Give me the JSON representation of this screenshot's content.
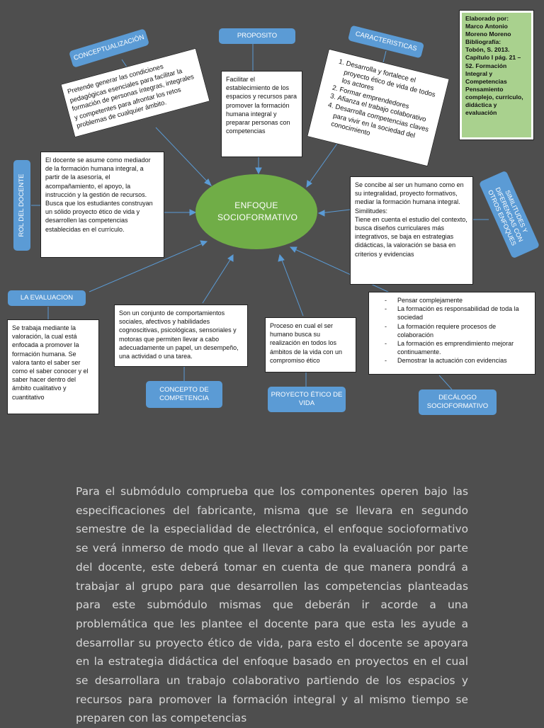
{
  "diagram": {
    "center_label": "ENFOQUE SOCIOFORMATIVO",
    "credit": {
      "lines": [
        "Elaborado por:",
        "Marco Antonio",
        "Moreno Moreno",
        "Bibliografía:",
        "Tobón, S. 2013.",
        "Capítulo I pág. 21 –",
        "52. Formación",
        "Integral y",
        "Competencias",
        "Pensamiento",
        "complejo, currículo,",
        "didáctica y",
        "evaluación"
      ]
    },
    "conceptualizacion": {
      "tag": "CONCEPTUALIZACIÓN",
      "text": "Pretende generar las condiciones pedagógicas esenciales para facilitar la formación de personas íntegras, integrales y competentes para afrontar los retos problemas de cualquier ámbito."
    },
    "proposito": {
      "tag": "PROPOSITO",
      "text": "Facilitar el establecimiento de los espacios y recursos para promover la formación humana integral y preparar personas con competencias"
    },
    "caracteristicas": {
      "tag": "CARACTERISTICAS",
      "items": [
        "Desarrolla  y fortalece el proyecto ético de vida de todos los actores",
        "Formar emprendedores",
        "Afianza el trabajo colaborativo",
        "Desarrolla competencias claves para vivir en la sociedad del conocimiento"
      ]
    },
    "rol_docente": {
      "tag": "ROL DEL DOCENTE",
      "text": "El docente se asume como mediador de la formación humana integral, a partir de la asesoría, el acompañamiento, el apoyo, la instrucción y la gestión de recursos. Busca que los estudiantes construyan un sólido proyecto ético de vida y desarrollen las competencias establecidas en el currículo."
    },
    "similitudes": {
      "tag": "SIMILITUDES Y DIFERENCIAS CON OTROS ENFOQUES",
      "text_1": "Se concibe al ser un humano como en su integralidad, proyecto formativos, mediar la formación humana integral.",
      "text_2": "Similitudes:",
      "text_3": "Tiene en cuenta el estudio del contexto, busca diseños curriculares más integrativos, se baja en estrategias didácticas, la valoración se basa en criterios y evidencias"
    },
    "evaluacion": {
      "tag": "LA EVALUACION",
      "text": "Se trabaja mediante la valoración, la cual está enfocada a promover la formación humana. Se valora tanto el saber ser como el saber conocer y el saber hacer dentro del ámbito cualitativo y cuantitativo"
    },
    "competencia": {
      "tag": "CONCEPTO DE COMPETENCIA",
      "text": "Son un conjunto de comportamientos sociales, afectivos y habilidades cognoscitivas, psicológicas, sensoriales y motoras que permiten llevar a cabo adecuadamente un papel, un desempeño, una actividad o una tarea."
    },
    "proyecto_etico": {
      "tag": "PROYECTO ÉTICO DE VIDA",
      "text": "Proceso en cual el ser humano busca su realización en todos los ámbitos de la vida con un compromiso ético"
    },
    "decalogo": {
      "tag": "DECÁLOGO SOCIOFORMATIVO",
      "items": [
        "Pensar complejamente",
        "La formación es responsabilidad de toda la sociedad",
        "La formación requiere procesos de colaboración",
        "La formación es emprendimiento mejorar continuamente.",
        "Demostrar la actuación con evidencias"
      ]
    }
  },
  "body_text": "Para el submódulo comprueba que los componentes operen bajo las especificaciones del fabricante, misma que se llevara en segundo semestre de la especialidad de electrónica, el enfoque socioformativo se verá inmerso de modo que al llevar a cabo la evaluación por parte del docente, este deberá tomar en cuenta de que manera pondrá a trabajar al grupo para que desarrollen las competencias planteadas para este submódulo mismas que deberán ir acorde a una problemática que les plantee el docente para que esta les ayude a desarrollar su proyecto ético de vida, para esto el docente se apoyara en la estrategia didáctica del enfoque basado en proyectos en el cual se desarrollara un trabajo colaborativo partiendo de los espacios y recursos para promover la formación integral y al mismo tiempo se preparen con las competencias",
  "colors": {
    "background": "#4e4e4e",
    "tag_blue": "#5b9bd5",
    "center_green": "#70ad47",
    "credit_green": "#a9d18e",
    "connector": "#5b9bd5"
  }
}
